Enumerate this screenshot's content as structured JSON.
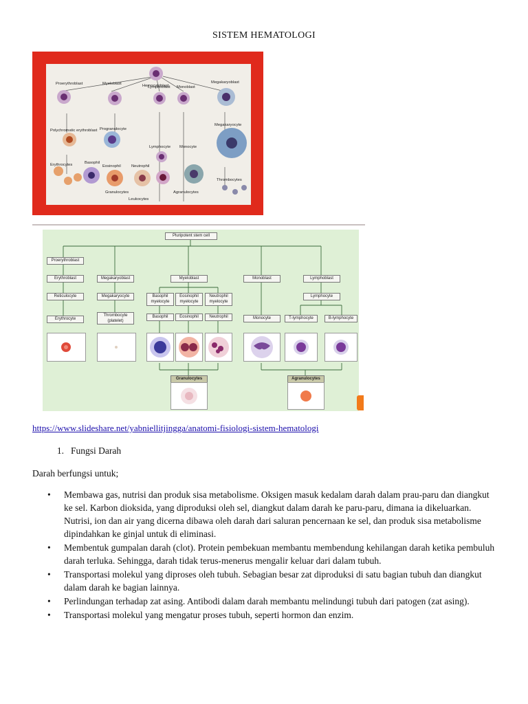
{
  "document": {
    "title": "SISTEM HEMATOLOGI",
    "source_link": "https://www.slideshare.net/yabniellitjingga/anatomi-fisiologi-sistem-hematologi",
    "section_number": "1.",
    "section_title": "Fungsi Darah",
    "intro": "Darah berfungsi untuk;",
    "bullet_glyph": "•",
    "bullets": [
      "Membawa gas, nutrisi dan produk sisa metabolisme. Oksigen masuk kedalam darah dalam prau-paru dan diangkut ke sel. Karbon dioksida, yang diproduksi oleh sel, diangkut dalam darah ke paru-paru, dimana ia dikeluarkan. Nutrisi, ion dan air yang dicerna dibawa oleh darah dari saluran pencernaan ke sel, dan produk sisa metabolisme dipindahkan ke ginjal untuk di eliminasi.",
      "Membentuk gumpalan darah (clot). Protein pembekuan membantu membendung kehilangan darah ketika pembuluh darah terluka. Sehingga, darah tidak terus-menerus mengalir keluar dari dalam tubuh.",
      "Transportasi molekul yang diproses oleh tubuh. Sebagian besar zat diproduksi di satu bagian tubuh dan diangkut dalam darah ke bagian lainnya.",
      "Perlindungan terhadap zat asing. Antibodi dalam darah membantu melindungi tubuh dari patogen (zat asing).",
      "Transportasi molekul yang mengatur proses tubuh, seperti hormon dan enzim."
    ]
  },
  "figure1": {
    "labels": {
      "hemocytoblast": "Hemocytoblast",
      "proerythroblast": "Proerythroblast",
      "myeloblast": "Myeloblast",
      "lymphoblast": "Lymphoblast",
      "monoblast": "Monoblast",
      "megakaryoblast": "Megakaryoblast",
      "polychromatic": "Polychromatic erythroblast",
      "progranulocyte": "Progranulocyte",
      "lymphocyte": "Lymphocyte",
      "monocyte": "Monocyte",
      "megakaryocyte": "Megakaryocyte",
      "erythrocytes": "Erythrocytes",
      "basophil": "Basophil",
      "eosinophil": "Eosinophil",
      "neutrophil": "Neutrophil",
      "granulocytes": "Granulocytes",
      "agranulocytes": "Agranulocytes",
      "leukocytes": "Leukocytes",
      "thrombocytes": "Thrombocytes"
    }
  },
  "figure2": {
    "top": "Pluripotent stem cell",
    "col1": [
      "Proerythroblast",
      "Erythroblast",
      "Reticulocyte",
      "Erythrocyte"
    ],
    "col2": [
      "Megakaryoblast",
      "Megakaryocyte",
      "Thrombocyte (platelet)"
    ],
    "myeloblast": "Myeloblast",
    "myelocytes": [
      "Basophil myelocyte",
      "Eosinophil myelocyte",
      "Neutrophil myelocyte"
    ],
    "granulocyte_cells": [
      "Basophil",
      "Eosinophil",
      "Neutrophil"
    ],
    "monoblast": "Monoblast",
    "monocyte": "Monocyte",
    "lymphoblast": "Lymphoblast",
    "lymphocyte": "Lymphocyte",
    "lymph_cells": [
      "T-lymphocyte",
      "B-lymphocyte"
    ],
    "granulocytes": "Granulocytes",
    "agranulocytes": "Agranulocytes"
  }
}
